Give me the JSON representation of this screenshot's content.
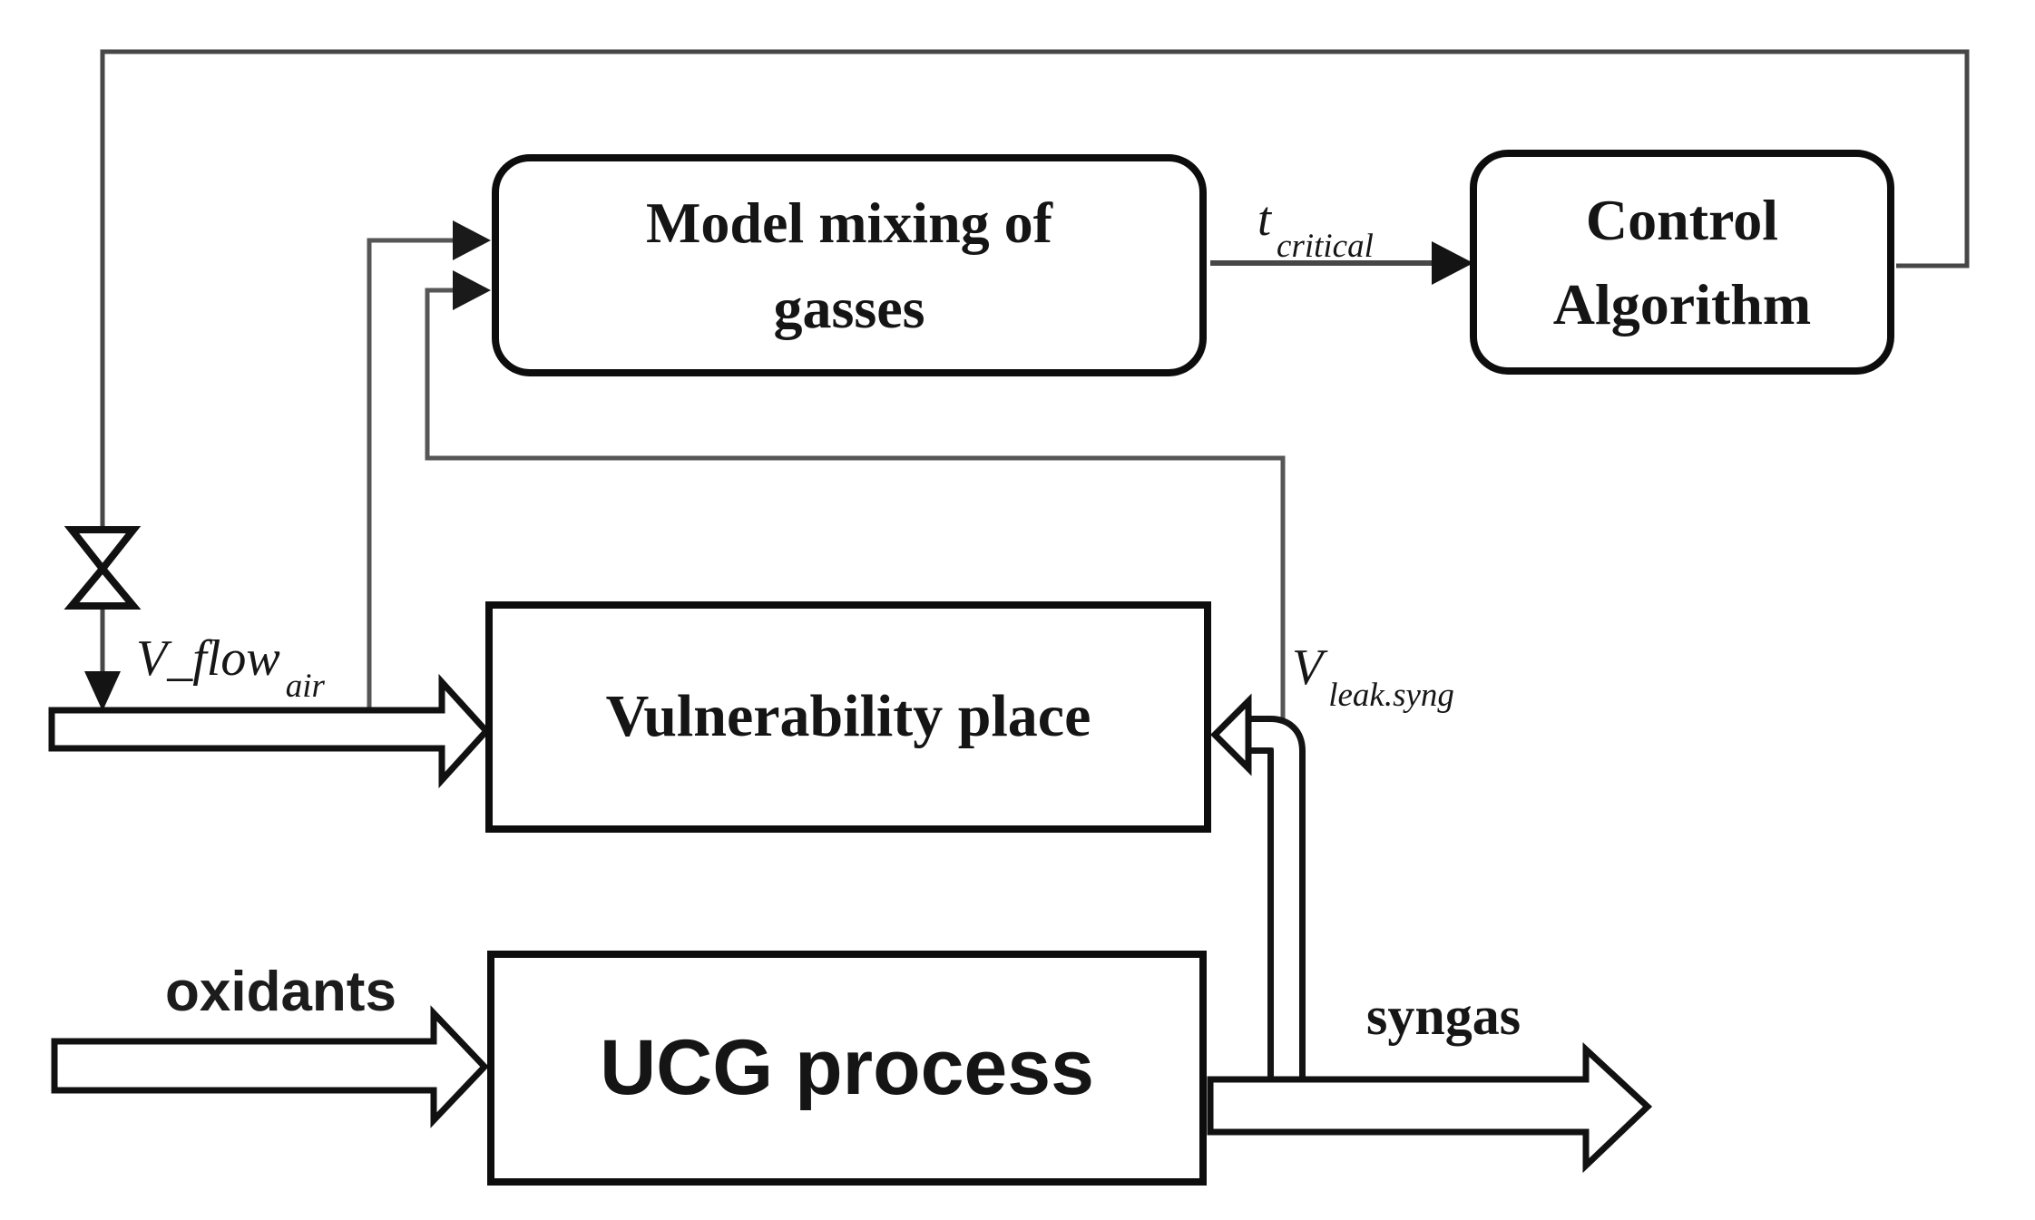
{
  "blocks": {
    "model_mixing": {
      "line1": "Model mixing of",
      "line2": "gasses"
    },
    "control": {
      "line1": "Control",
      "line2": "Algorithm"
    },
    "vulnerability": {
      "label": "Vulnerability place"
    },
    "ucg": {
      "label": "UCG process"
    }
  },
  "signals": {
    "t_critical": {
      "main": "t",
      "sub": "critical"
    },
    "v_flow_air": {
      "main": "V_flow",
      "sub": "air"
    },
    "v_leak_syng": {
      "main": "V",
      "sub": "leak.syng"
    },
    "oxidants": {
      "label": "oxidants"
    },
    "syngas": {
      "label": "syngas"
    }
  },
  "icons": {
    "valve": "control-valve-bowtie"
  },
  "colors": {
    "background": "#ffffff",
    "block_border": "#0d0d0d",
    "thin_line": "#474747",
    "arrowhead": "#141414",
    "block_arrow_fill": "#ffffff",
    "text": "#151515"
  }
}
